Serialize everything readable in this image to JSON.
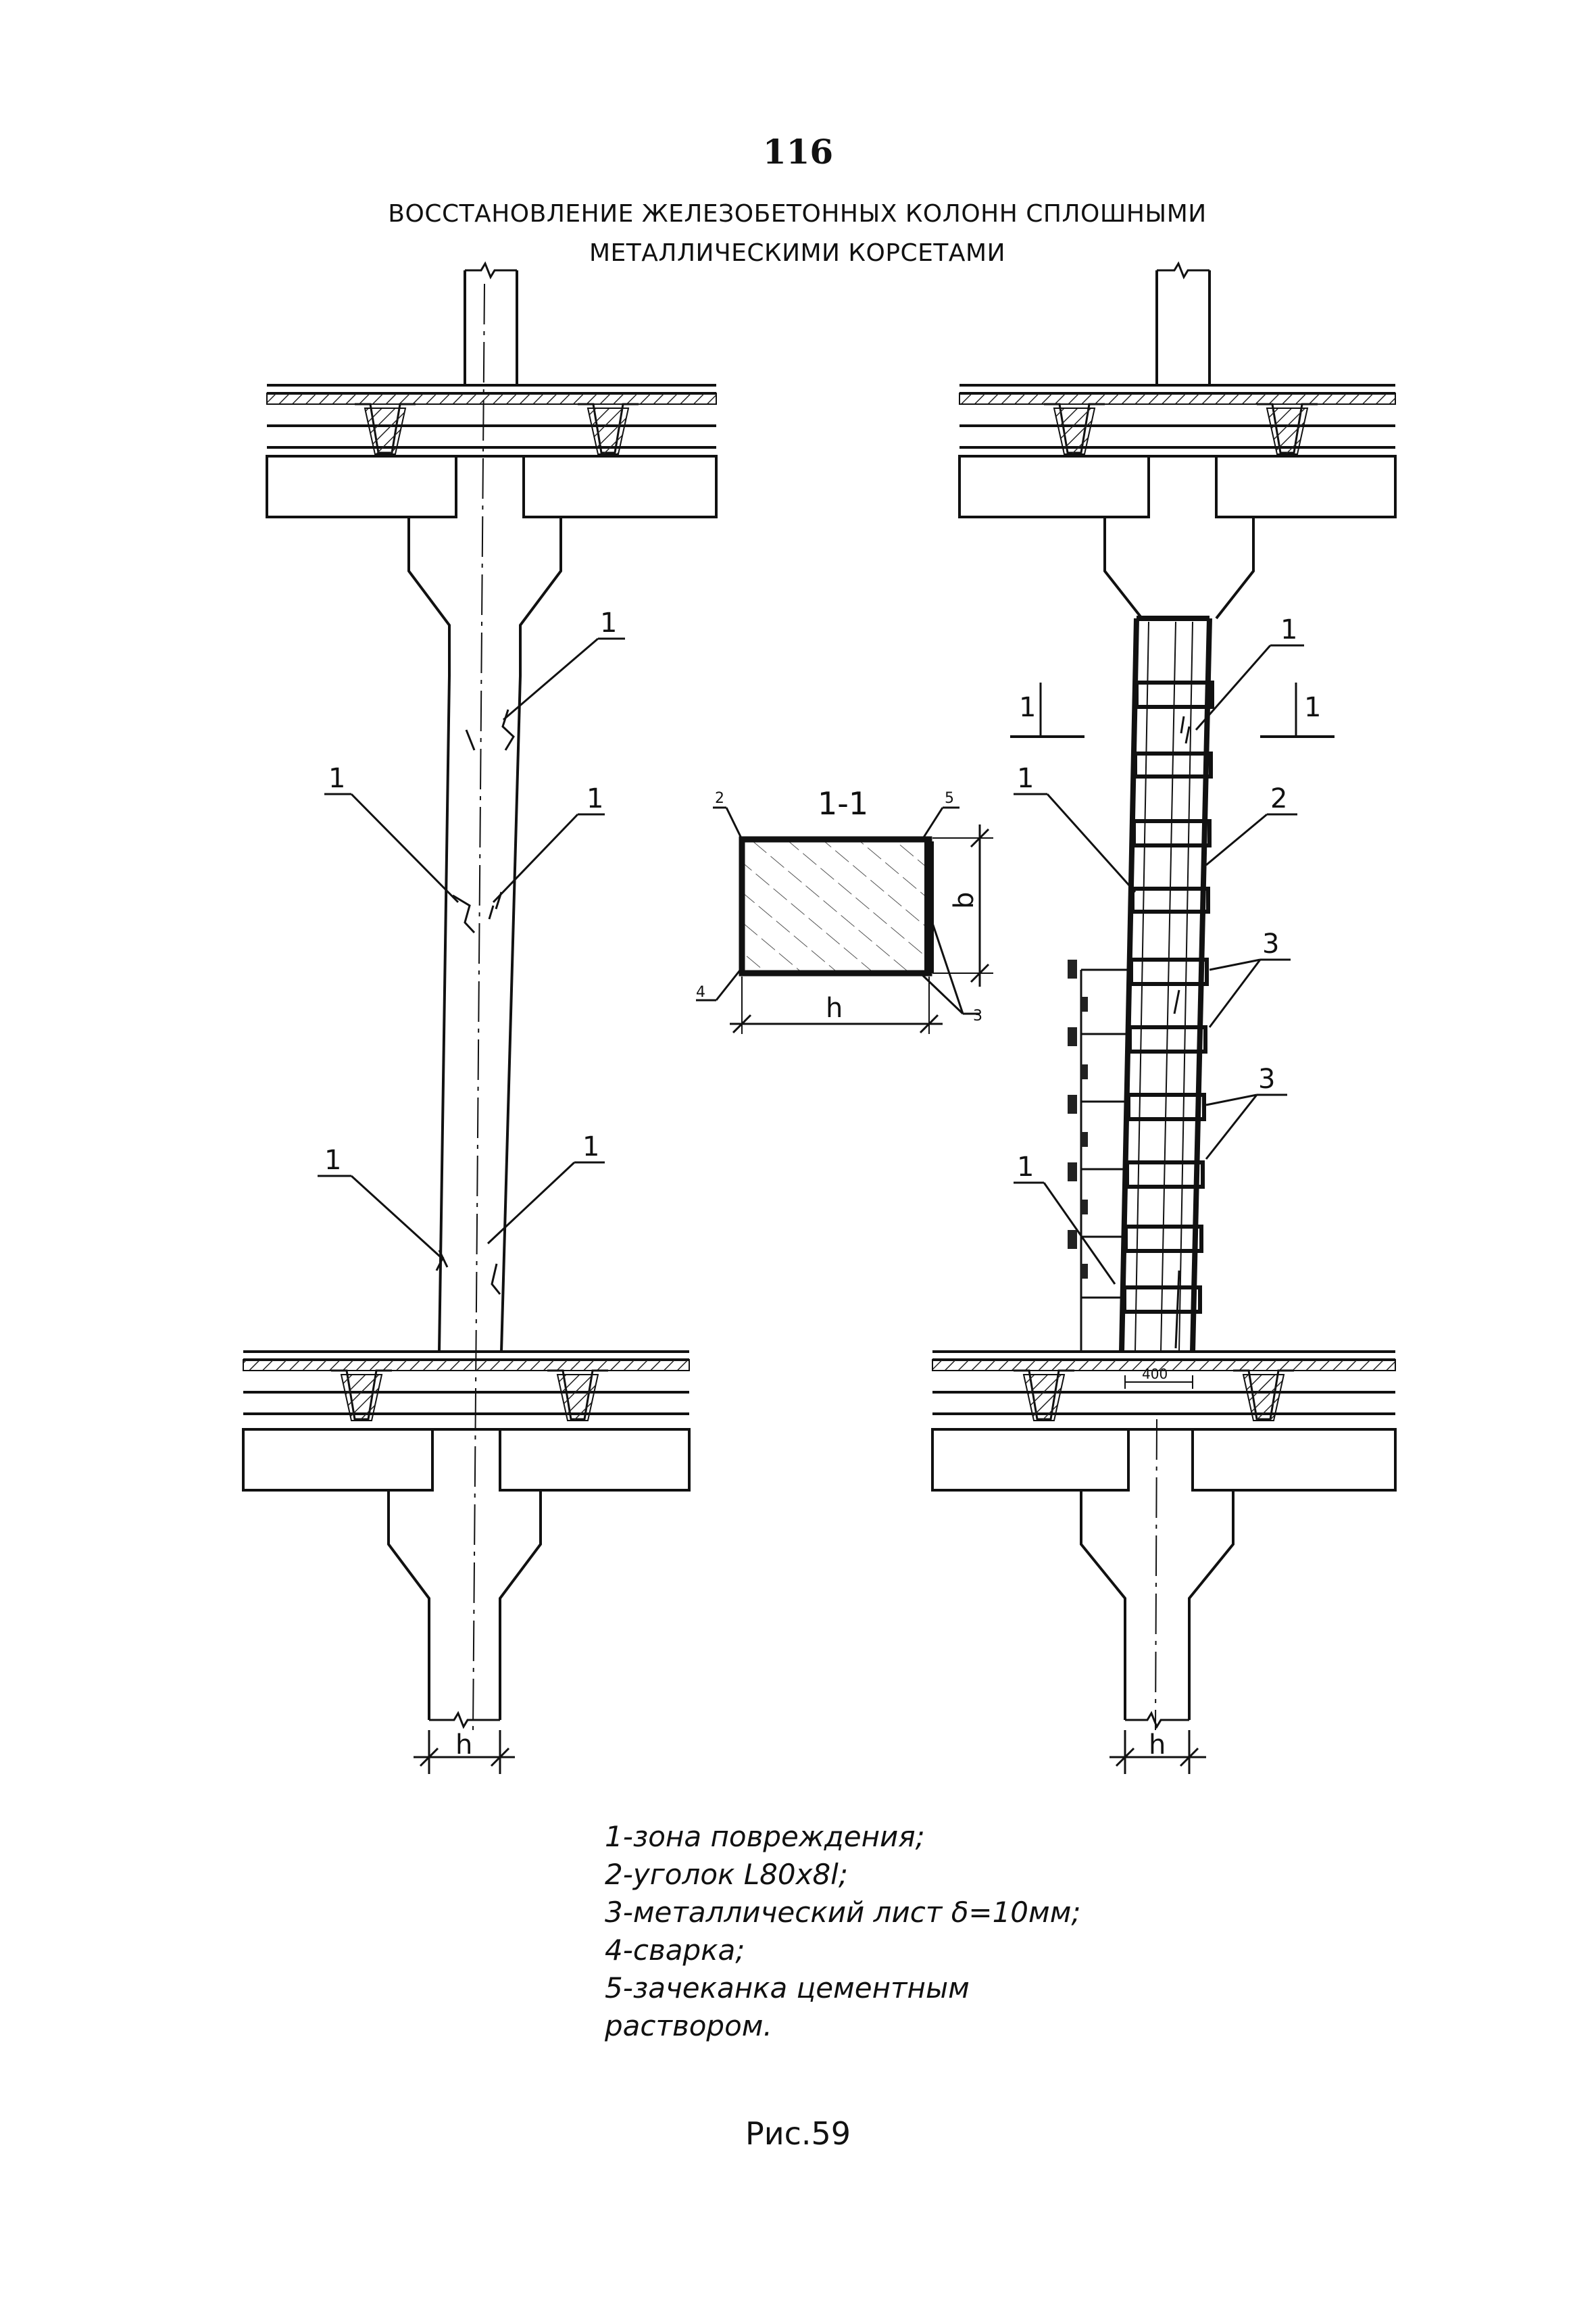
{
  "page_number": "116",
  "title": {
    "line1": "ВОССТАНОВЛЕНИЕ ЖЕЛЕЗОБЕТОННЫХ КОЛОНН СПЛОШНЫМИ",
    "line2": "МЕТАЛЛИЧЕСКИМИ КОРСЕТАМИ"
  },
  "section": {
    "label": "1-1",
    "dim_h": "h",
    "dim_b": "b",
    "callouts": [
      "2",
      "5",
      "4",
      "3"
    ]
  },
  "left_column": {
    "callouts": [
      "1",
      "1",
      "1",
      "1",
      "1"
    ],
    "dim_h": "h"
  },
  "right_column": {
    "callouts": [
      "1",
      "2",
      "1",
      "3",
      "3",
      "1"
    ],
    "section_marks": [
      "1",
      "1"
    ],
    "dim_400": "400",
    "dim_h": "h"
  },
  "legend": [
    "1-зона повреждения;",
    "2-уголок L80x8l;",
    "3-металлический лист δ=10мм;",
    "4-сварка;",
    "5-зачеканка цементным",
    "раствором."
  ],
  "figure_caption": "Рис.59"
}
